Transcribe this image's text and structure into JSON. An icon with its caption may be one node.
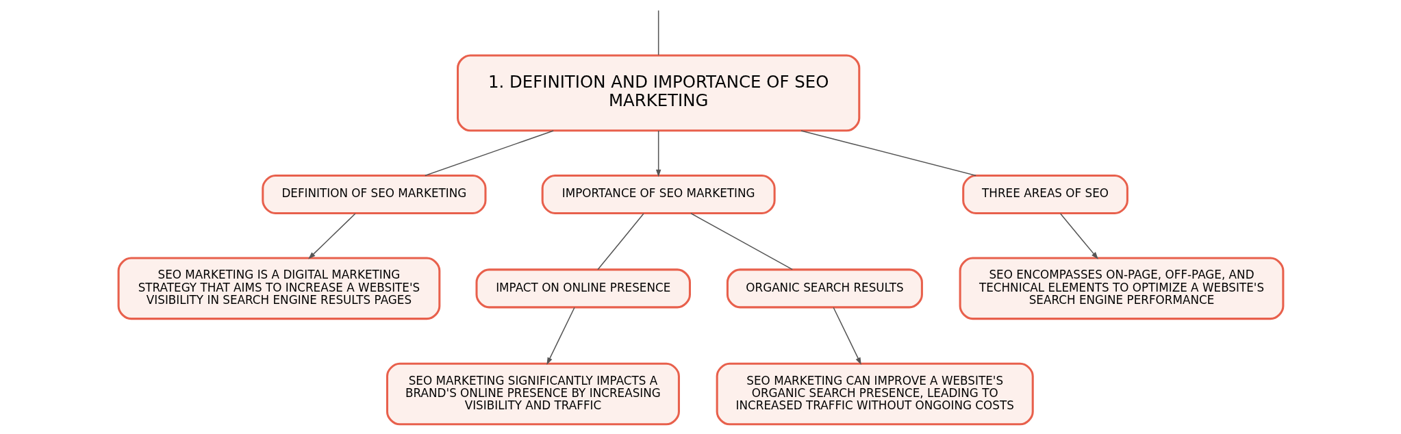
{
  "diagram": {
    "nodes": [
      {
        "text": [
          "1. DEFINITION AND IMPORTANCE OF SEO MARKETING"
        ]
      },
      {
        "text": [
          "DEFINITION OF SEO MARKETING"
        ]
      },
      {
        "text": [
          "IMPORTANCE OF SEO MARKETING"
        ]
      },
      {
        "text": [
          "THREE AREAS OF SEO"
        ]
      },
      {
        "text": [
          "SEO MARKETING IS A DIGITAL MARKETING STRATEGY THAT AIMS TO INCREASE A WEBSITE'S VISIBILITY IN SEARCH ENGINE RESULTS PAGES"
        ]
      },
      {
        "text": [
          "IMPACT ON ONLINE PRESENCE"
        ]
      },
      {
        "text": [
          "ORGANIC SEARCH RESULTS"
        ]
      },
      {
        "text": [
          "SEO ENCOMPASSES ON-PAGE, OFF-PAGE, AND TECHNICAL ELEMENTS TO OPTIMIZE A WEBSITE'S SEARCH ENGINE PERFORMANCE"
        ]
      },
      {
        "text": [
          "SEO MARKETING SIGNIFICANTLY IMPACTS A BRAND'S ONLINE PRESENCE BY INCREASING VISIBILITY AND TRAFFIC"
        ]
      },
      {
        "text": [
          "SEO MARKETING CAN IMPROVE A WEBSITE'S ORGANIC SEARCH PRESENCE, LEADING TO INCREASED TRAFFIC WITHOUT ONGOING COSTS"
        ]
      }
    ],
    "edges": [
      {
        "from": null,
        "to": 0,
        "arrow": "none"
      },
      {
        "from": 0,
        "to": 1,
        "arrow": "none"
      },
      {
        "from": 0,
        "to": 2,
        "arrow": "to"
      },
      {
        "from": 0,
        "to": 3,
        "arrow": "none"
      },
      {
        "from": 1,
        "to": 4,
        "arrow": "to"
      },
      {
        "from": 2,
        "to": 5,
        "arrow": "none"
      },
      {
        "from": 2,
        "to": 6,
        "arrow": "none"
      },
      {
        "from": 3,
        "to": 7,
        "arrow": "to"
      },
      {
        "from": 5,
        "to": 8,
        "arrow": "to"
      },
      {
        "from": 6,
        "to": 9,
        "arrow": "to"
      }
    ]
  }
}
